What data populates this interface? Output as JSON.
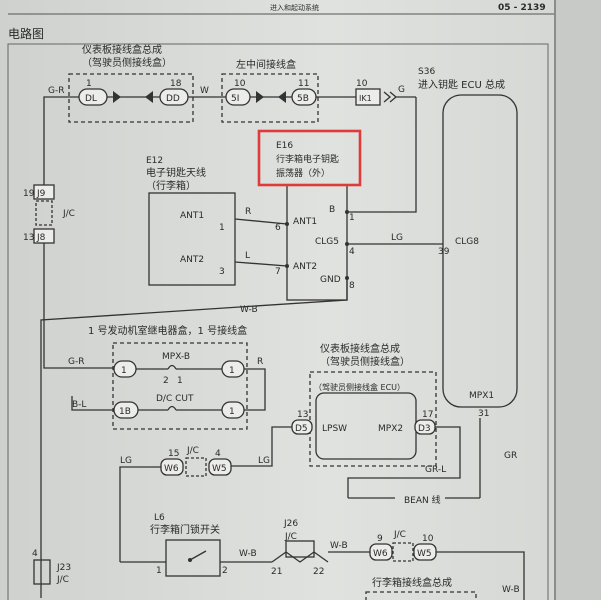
{
  "header": {
    "left_title": "电路图",
    "page_number": "05 - 2139",
    "section": "进入和起动系统"
  },
  "components": {
    "ib_top_title": "仪表板接线盒总成",
    "ib_top_sub": "（驾驶员侧接线盒）",
    "center_jb": "左中间接线盒",
    "s36_code": "S36",
    "s36_name": "进入钥匙 ECU 总成",
    "e16_code": "E16",
    "e16_line1": "行李箱电子钥匙",
    "e16_line2": "振荡器（外）",
    "e12_code": "E12",
    "e12_line1": "电子钥匙天线",
    "e12_line2": "（行李箱）",
    "relay_box": "1 号发动机室继电器盒，1 号接线盒",
    "ib_mid_title": "仪表板接线盒总成",
    "ib_mid_sub": "（驾驶员侧接线盒）",
    "ib_ecu": "（驾驶员侧接线盒 ECU）",
    "l6_code": "L6",
    "l6_name": "行李箱门锁开关",
    "bean": "BEAN 线",
    "bottom_box": "行李箱接线盒总成"
  },
  "connectors": {
    "DL": "DL",
    "DD": "DD",
    "5I": "5I",
    "5B": "5B",
    "IK1": "IK1",
    "J9": "J9",
    "J8": "J8",
    "1a": "1",
    "1b": "1",
    "1B": "1B",
    "1c": "1",
    "D5": "D5",
    "D3": "D3",
    "W6a": "W6",
    "W5a": "W5",
    "W6b": "W6",
    "W5b": "W5",
    "J23": "J23"
  },
  "pins": {
    "dl": "1",
    "dd": "18",
    "i5": "10",
    "b5": "11",
    "ik1": "10",
    "j9": "19",
    "j8": "13",
    "e12_ant1": "1",
    "e12_ant2": "3",
    "e16_ant1": "6",
    "e16_ant2": "7",
    "e16_b": "1",
    "e16_clg5": "4",
    "e16_gnd": "8",
    "s36_clg8": "39",
    "s36_mpx1": "31",
    "mpx_left": "2",
    "mpx_right": "1",
    "d5": "13",
    "d3": "17",
    "w6a": "15",
    "w5a": "4",
    "l6_left": "1",
    "l6_right": "2",
    "j26_left": "21",
    "j26_right": "22",
    "w6b": "9",
    "w5b": "10",
    "j23": "4"
  },
  "signals": {
    "ANT1": "ANT1",
    "ANT2": "ANT2",
    "B": "B",
    "CLG5": "CLG5",
    "GND": "GND",
    "CLG8": "CLG8",
    "MPX1": "MPX1",
    "MPXB": "MPX-B",
    "DCCUT": "D/C CUT",
    "LPSW": "LPSW",
    "MPX2": "MPX2",
    "JC": "J/C",
    "J26": "J26"
  },
  "wires": {
    "GR": "G-R",
    "W": "W",
    "G": "G",
    "R": "R",
    "L": "L",
    "LG": "LG",
    "WB": "W-B",
    "BL": "B-L",
    "GRL": "GR-L",
    "GRx": "GR"
  },
  "highlight_color": "#e03b3b"
}
